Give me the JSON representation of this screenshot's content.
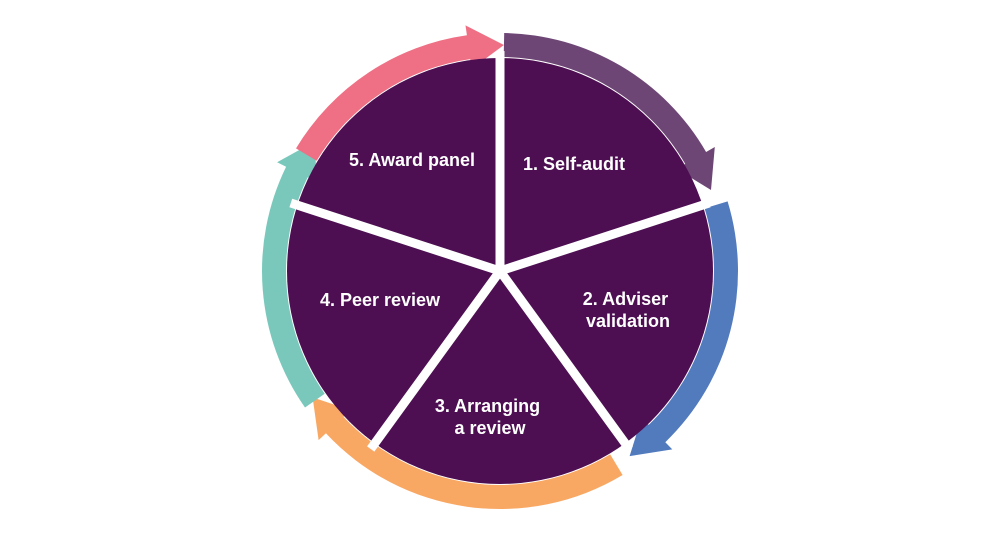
{
  "diagram": {
    "stages": [
      {
        "lines": [
          "1. Self-audit"
        ],
        "color": "#6E4676"
      },
      {
        "lines": [
          "2. Adviser",
          "validation"
        ],
        "color": "#527BBE"
      },
      {
        "lines": [
          "3. Arranging",
          "a review"
        ],
        "color": "#F9A864"
      },
      {
        "lines": [
          "4. Peer review"
        ],
        "color": "#7AC8BC"
      },
      {
        "lines": [
          "5. Award panel"
        ],
        "color": "#EF7085"
      }
    ],
    "wheel_color": "#4D0E52"
  }
}
